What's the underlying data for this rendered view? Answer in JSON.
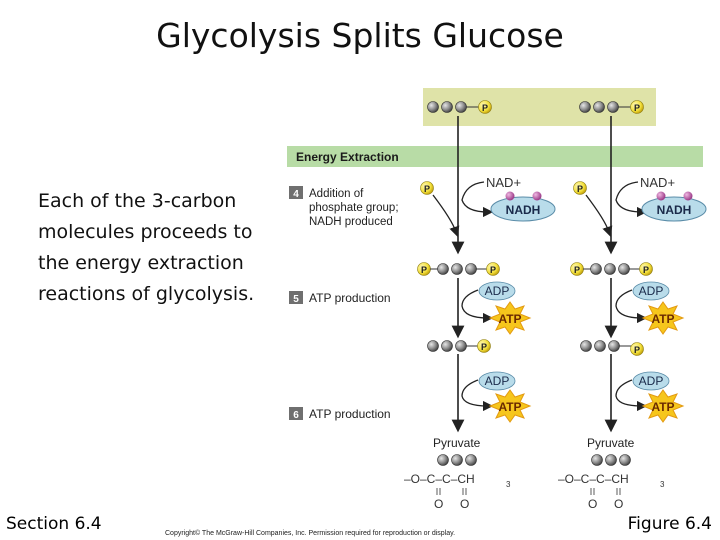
{
  "slide": {
    "title": "Glycolysis Splits Glucose",
    "body": "Each of the 3-carbon molecules proceeds to the energy extraction reactions of glycolysis.",
    "section": "Section 6.4",
    "figure": "Figure 6.4",
    "copyright": "Copyright© The McGraw-Hill Companies, Inc. Permission required for reproduction or display."
  },
  "diagram": {
    "phase_label": "Energy Extraction",
    "steps": [
      {
        "number": "4",
        "label_lines": [
          "Addition of",
          "phosphate group;",
          "NADH produced"
        ]
      },
      {
        "number": "5",
        "label_lines": [
          "ATP production"
        ]
      },
      {
        "number": "6",
        "label_lines": [
          "ATP production"
        ]
      }
    ],
    "molecules": {
      "phosphate": "P",
      "nad": "NAD+",
      "nadh": "NADH",
      "adp": "ADP",
      "atp": "ATP",
      "pyruvate": "Pyruvate",
      "formula": {
        "left": "–O–C–C–CH",
        "subscript": "3",
        "bottom_left": "O",
        "bottom_right": "O"
      }
    },
    "colors": {
      "top_band": "#dfe3a8",
      "phase_band": "#b8dca6",
      "step_box": "#6f6f6f",
      "phosphate": "#f2df3a",
      "carbon": "#8f8f8f",
      "nadh_ellipse": "#b9dcea",
      "nadh_dot": "#b84fa6",
      "atp_burst": "#f6c61c"
    }
  }
}
